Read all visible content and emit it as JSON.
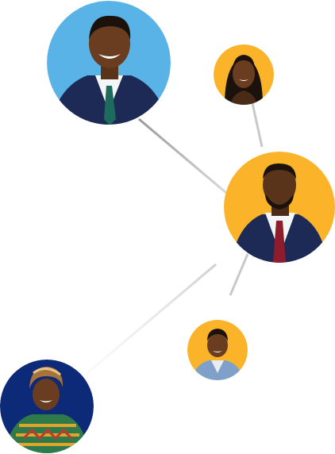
{
  "colors": {
    "blue_bg": "#5ab3e6",
    "orange_bg": "#fbb32a",
    "navy_bg": "#0d2a78",
    "skin": "#6a3d21",
    "skin_dark": "#4a2b18",
    "hair": "#1b120c",
    "suit": "#1c2a55",
    "shirt": "#f4f5f7",
    "line": "#cfcfcf"
  },
  "people": [
    {
      "id": "blue-man",
      "outfit": "suit",
      "tie": "#1e6b5e",
      "bg": "blue_bg"
    },
    {
      "id": "woman-top",
      "outfit": "top",
      "tie": null,
      "bg": "orange_bg"
    },
    {
      "id": "center-man",
      "outfit": "suit",
      "tie": "#8e1c2c",
      "bg": "orange_bg"
    },
    {
      "id": "young-man",
      "outfit": "denim",
      "tie": null,
      "bg": "orange_bg"
    },
    {
      "id": "woman-headwrap",
      "outfit": "pattern",
      "tie": null,
      "bg": "navy_bg"
    }
  ]
}
